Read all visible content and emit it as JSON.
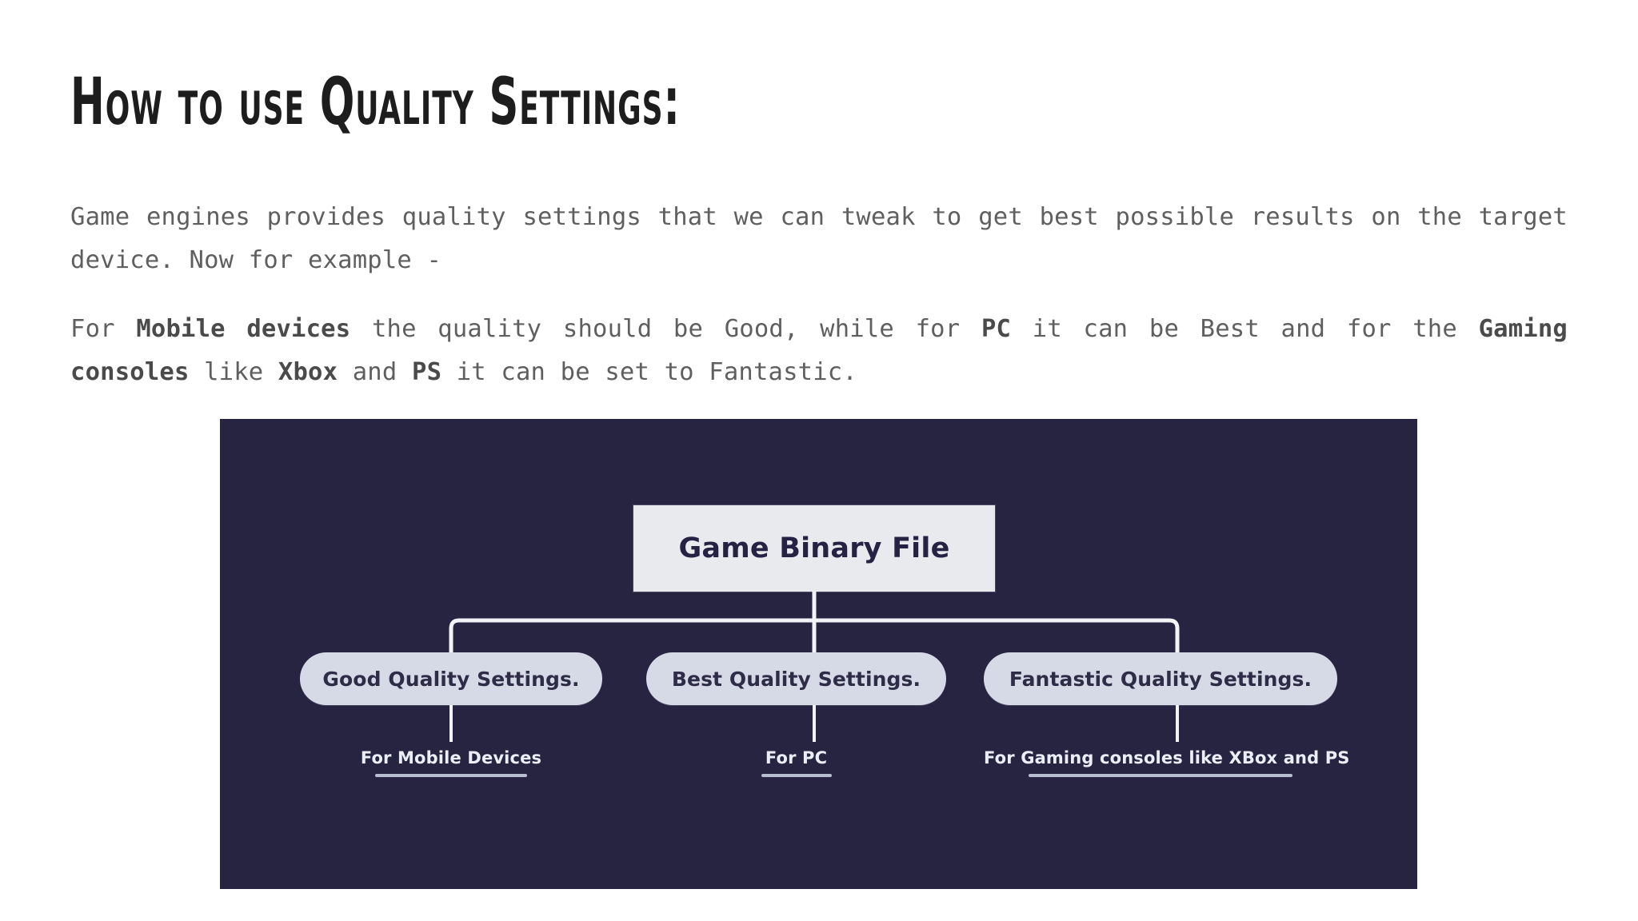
{
  "page": {
    "title": "How to use Quality Settings:",
    "background_color": "#ffffff",
    "text_color": "#5f5f5f",
    "bold_text_color": "#4a4a4a",
    "title_color": "#1d1d1d"
  },
  "paragraphs": {
    "p1": {
      "full_text": "Game engines provides quality settings that we can tweak to get best possible results on the target device. Now for example -",
      "segments": [
        {
          "text": "Game engines provides quality settings that we can tweak to get best possible results on the target device. Now for example -",
          "bold": false
        }
      ]
    },
    "p2": {
      "full_text": "For Mobile devices the quality should be Good, while for PC it can be Best and for the Gaming consoles like Xbox and PS it can be set to Fantastic.",
      "segments": [
        {
          "text": "For ",
          "bold": false
        },
        {
          "text": "Mobile devices",
          "bold": true
        },
        {
          "text": " the quality should be Good, while for ",
          "bold": false
        },
        {
          "text": "PC",
          "bold": true
        },
        {
          "text": " it can be Best and for the ",
          "bold": false
        },
        {
          "text": "Gaming consoles",
          "bold": true
        },
        {
          "text": " like ",
          "bold": false
        },
        {
          "text": "Xbox",
          "bold": true
        },
        {
          "text": " and ",
          "bold": false
        },
        {
          "text": "PS",
          "bold": true
        },
        {
          "text": " it can be set to Fantastic.",
          "bold": false
        }
      ]
    }
  },
  "diagram": {
    "panel_background": "#272442",
    "node_fill": "#e9eaee",
    "pill_fill": "#d6d9e6",
    "connector_color": "#f2f3f7",
    "node_text_color": "#252243",
    "caption_text_color": "#eceef5",
    "root": {
      "label": "Game Binary File"
    },
    "branches": [
      {
        "label": "Good Quality Settings.",
        "caption": "For Mobile Devices"
      },
      {
        "label": "Best Quality Settings.",
        "caption": "For PC"
      },
      {
        "label": "Fantastic Quality Settings.",
        "caption": "For Gaming consoles like XBox and PS"
      }
    ]
  }
}
